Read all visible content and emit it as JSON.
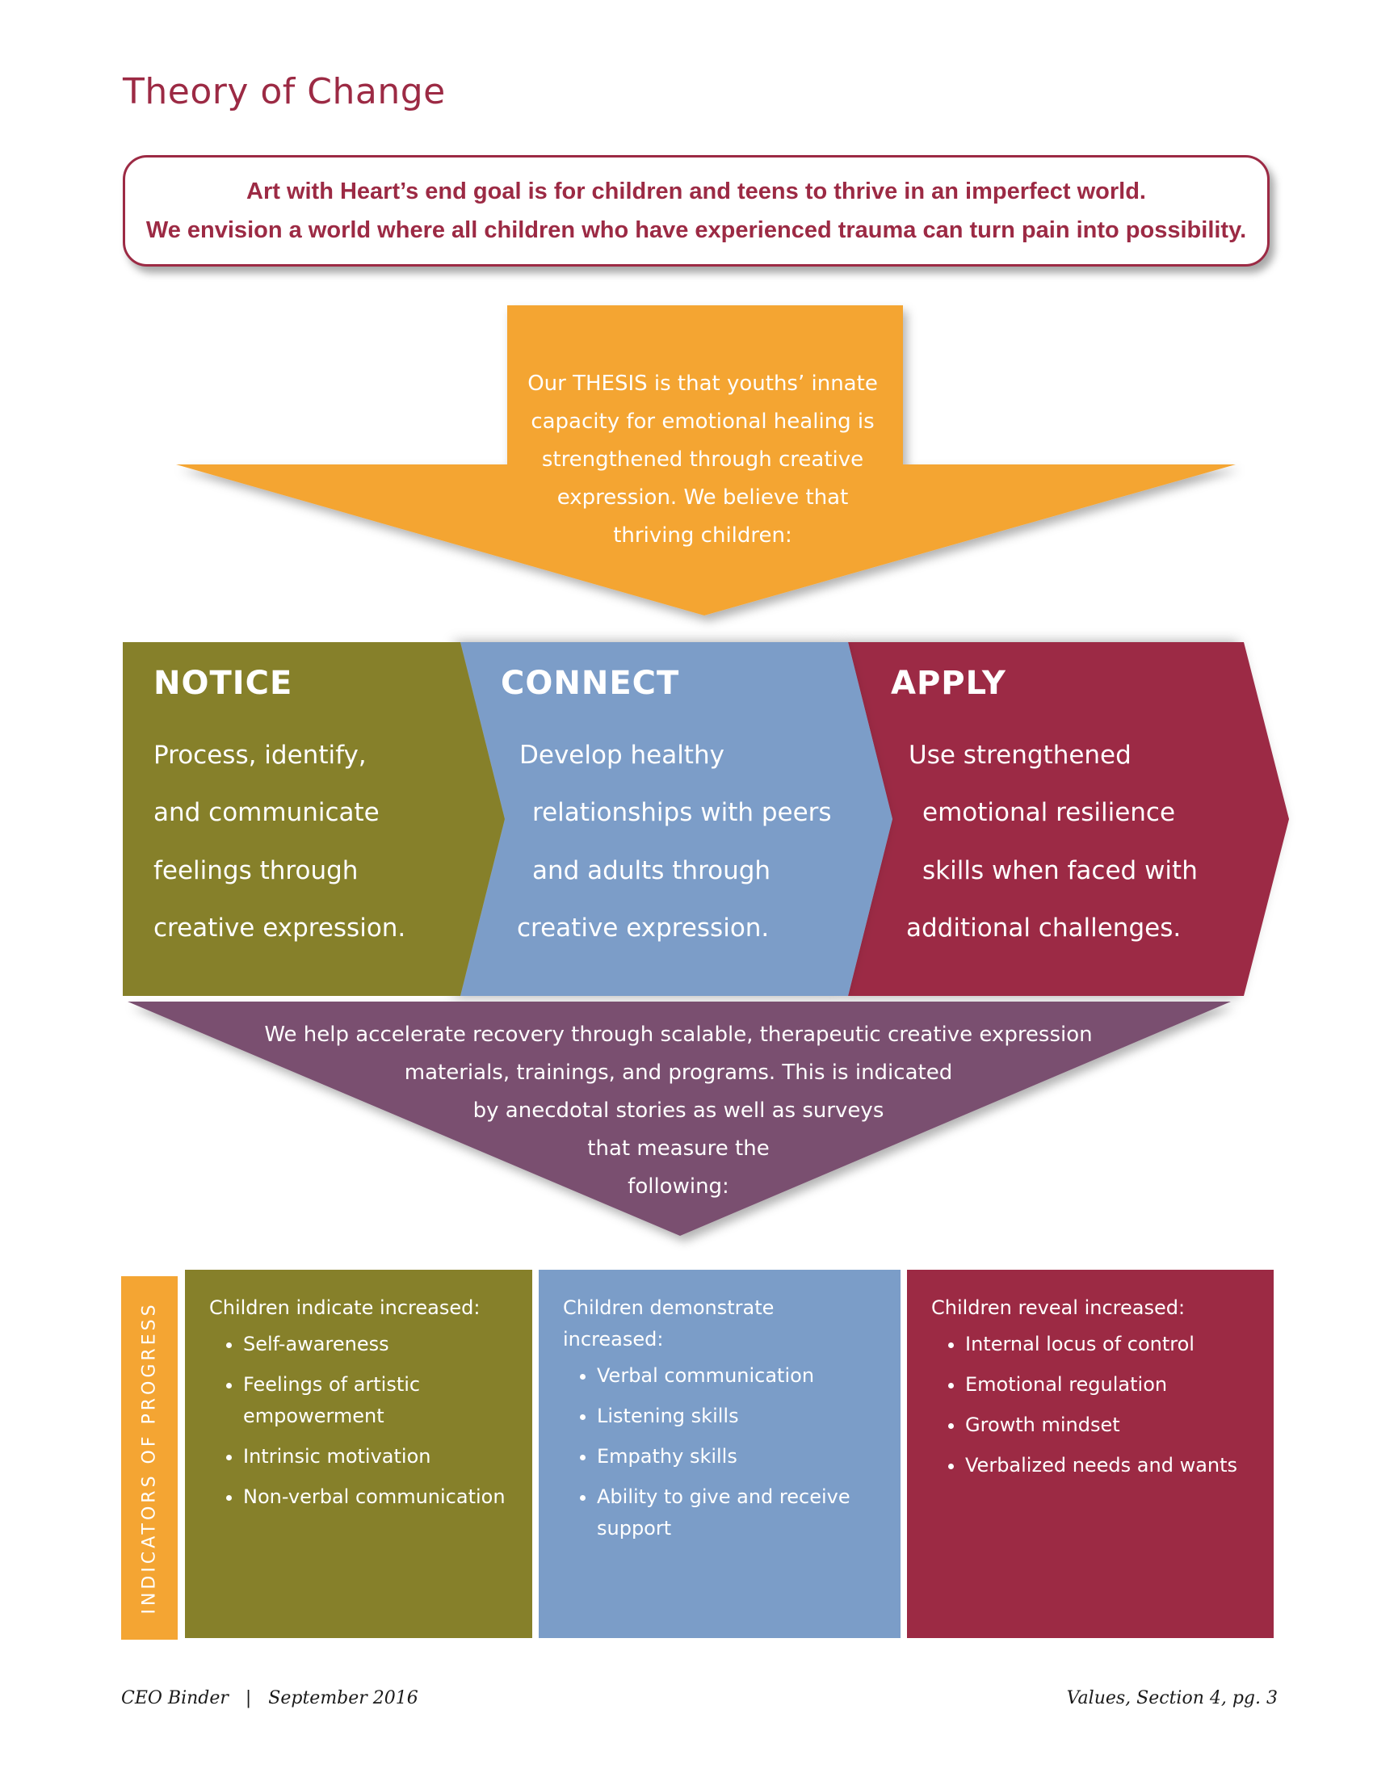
{
  "page_title": "Theory of Change",
  "goal": {
    "line1": "Art with Heart’s end goal is for children and teens to thrive in an imperfect world.",
    "line2": "We envision  a world where all children who have experienced trauma can turn pain into possibility."
  },
  "thesis": {
    "lines": [
      "Our THESIS  is that youths’ innate",
      "capacity for emotional healing is",
      "strengthened through creative",
      "expression.  We believe that",
      "thriving children:"
    ]
  },
  "stages": [
    {
      "heading": "NOTICE",
      "lines": [
        "Process, identify,",
        "and communicate",
        "feelings through",
        "creative expression."
      ]
    },
    {
      "heading": "CONNECT",
      "lines": [
        "Develop healthy",
        "relationships with peers",
        "and adults through",
        "creative expression."
      ]
    },
    {
      "heading": "APPLY",
      "lines": [
        "Use strengthened",
        "emotional resilience",
        "skills when faced with",
        "additional challenges."
      ]
    }
  ],
  "approach": {
    "lines": [
      "We help accelerate recovery through scalable, therapeutic creative expression",
      "materials, trainings, and programs. This is indicated",
      "by anecdotal stories as well as surveys",
      "that measure the",
      "following:"
    ]
  },
  "indicators": {
    "tab_label": "INDICATORS OF PROGRESS",
    "columns": [
      {
        "intro": "Children indicate increased:",
        "items": [
          "Self-awareness",
          "Feelings of artistic empowerment",
          "Intrinsic motivation",
          "Non-verbal communication"
        ]
      },
      {
        "intro": "Children demonstrate increased:",
        "items": [
          "Verbal communication",
          "Listening skills",
          "Empathy skills",
          "Ability to give and receive support"
        ]
      },
      {
        "intro": "Children reveal increased:",
        "items": [
          "Internal locus of control",
          "Emotional regulation",
          "Growth mindset",
          "Verbalized needs and wants"
        ]
      }
    ]
  },
  "footer": {
    "left": "CEO Binder   |   September 2016",
    "right": "Values, Section 4, pg. 3"
  },
  "colors": {
    "olive": "#86802a",
    "blue": "#7b9dc8",
    "crimson": "#9c2a44",
    "orange": "#f4a533",
    "purple": "#7a5070",
    "title": "#9c2a44"
  }
}
